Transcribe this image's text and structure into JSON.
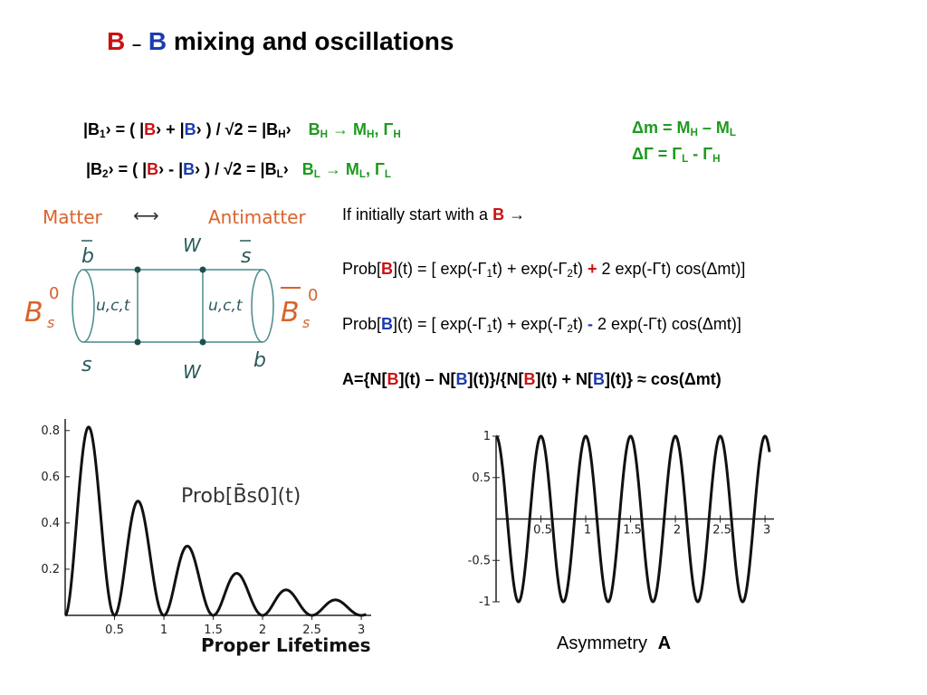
{
  "title": {
    "b1": "B",
    "dash": "–",
    "b2": "B",
    "rest": "mixing and oscillations"
  },
  "eq1": {
    "lhs": "|B",
    "lhs_sub": "1",
    "close": "›",
    "eq_open": " = ( |",
    "b": "B",
    "plus": " + |",
    "b2": "B",
    "tail": "› ) / √2 = |B",
    "tail_sub": "H",
    "tail_close": "›",
    "green": "B",
    "green_sub": "H",
    "green_arrow": " → M",
    "green_m_sub": "H",
    "green_comma": ", Γ",
    "green_g_sub": "H"
  },
  "eq2": {
    "lhs": "|B",
    "lhs_sub": "2",
    "close": "›",
    "eq_open": " = ( |",
    "b": "B",
    "minus": " - |",
    "b2": "B",
    "tail": "› ) / √2 = |B",
    "tail_sub": "L",
    "tail_close": "›",
    "green": "B",
    "green_sub": "L",
    "green_arrow": " → M",
    "green_m_sub": "L",
    "green_comma": ", Γ",
    "green_g_sub": "L"
  },
  "right_eqs": {
    "dm_a": "Δm = M",
    "dm_sub1": "H",
    "dm_b": " – M",
    "dm_sub2": "L",
    "dg_a": "ΔΓ = Γ",
    "dg_sub1": "L",
    "dg_b": " - Γ",
    "dg_sub2": "H"
  },
  "text": {
    "initial_a": "If initially start with a ",
    "initial_b": "B",
    "initial_arrow": " →",
    "prob1_a": "Prob[",
    "prob1_b": "B",
    "prob1_c": "](t) = [ exp(-Γ",
    "prob1_s1": "1",
    "prob1_d": "t) + exp(-Γ",
    "prob1_s2": "2",
    "prob1_e": "t) ",
    "prob1_sign": "+",
    "prob1_f": " 2 exp(-Γt) cos(Δmt)]",
    "prob2_a": "Prob[",
    "prob2_b": "B",
    "prob2_c": "](t) = [ exp(-Γ",
    "prob2_s1": "1",
    "prob2_d": "t) + exp(-Γ",
    "prob2_s2": "2",
    "prob2_e": "t) ",
    "prob2_sign": "-",
    "prob2_f": " 2 exp(-Γt) cos(Δmt)]",
    "asym_a": "A={N[",
    "asym_b1": "B",
    "asym_c": "](t) – N[",
    "asym_b2": "B",
    "asym_d": "](t)}/{N[",
    "asym_b3": "B",
    "asym_e": "](t) + N[",
    "asym_b4": "B",
    "asym_f": "](t)}  ≈ cos(Δmt)"
  },
  "diagram": {
    "matter": "Matter",
    "arrow": "⟷",
    "antimatter": "Antimatter",
    "w_top": "W",
    "w_bottom": "W",
    "b_bar": "b",
    "s_bar": "s",
    "s": "s",
    "b": "b",
    "quarks_left": "u,c,t",
    "quarks_right": "u,c,t",
    "bs_left": "B",
    "bs_left_sup": "0",
    "bs_left_sub": "s",
    "bs_right": "B",
    "bs_right_sup": "0",
    "bs_right_sub": "s",
    "colors": {
      "orange": "#d9622b",
      "teal": "#4a8a8a",
      "dot": "#1a5050"
    }
  },
  "chart_data": [
    {
      "type": "line",
      "title": "Prob[B̄s0](t)",
      "xlabel": "Proper Lifetimes",
      "ylabel": "",
      "x_ticks": [
        "0.5",
        "1",
        "1.5",
        "2",
        "2.5",
        "3"
      ],
      "y_ticks": [
        "0.2",
        "0.4",
        "0.6",
        "0.8"
      ],
      "xlim": [
        0,
        3.1
      ],
      "ylim": [
        0,
        0.85
      ],
      "series": [
        {
          "peaks_x": [
            0.25,
            0.75,
            1.25,
            1.75,
            2.25,
            2.75
          ],
          "peaks_y": [
            0.8,
            0.51,
            0.32,
            0.18,
            0.1,
            0.065
          ],
          "function": "exp(-t)*(1-cos(4*pi*t))*0.52"
        }
      ]
    },
    {
      "type": "line",
      "title": "",
      "xlabel": "",
      "caption_a": "Asymmetry",
      "caption_b": "A",
      "x_ticks": [
        "0.5",
        "1",
        "1.5",
        "2",
        "2.5",
        "3"
      ],
      "y_ticks": [
        "1",
        "0.5",
        "-0.5",
        "-1"
      ],
      "xlim": [
        0,
        3.1
      ],
      "ylim": [
        -1,
        1
      ],
      "series": [
        {
          "function": "cos(4*pi*t)",
          "x_range": [
            0,
            3.05
          ]
        }
      ]
    }
  ]
}
